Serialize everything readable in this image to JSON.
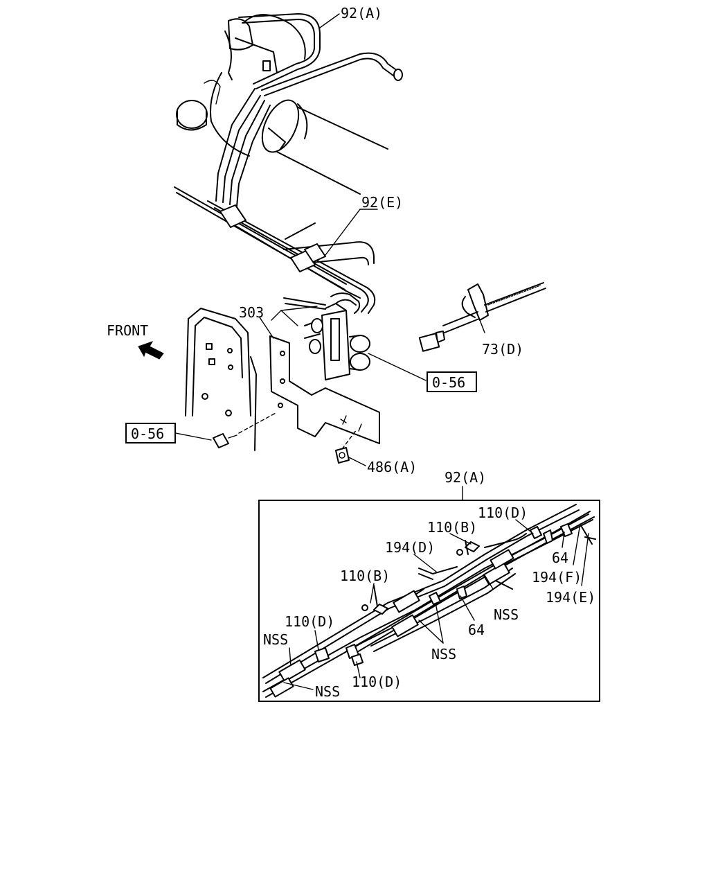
{
  "labels": {
    "tube_92a_top": "92(A)",
    "tube_92e": "92(E)",
    "bracket_303": "303",
    "front_arrow": "FRONT",
    "ref_0_56_right": "0-56",
    "ref_0_56_left": "0-56",
    "clip_73d": "73(D)",
    "nut_486a": "486(A)",
    "tube_92a_detail": "92(A)",
    "clip_110d_top": "110(D)",
    "clip_110b_upper": "110(B)",
    "tube_194d": "194(D)",
    "part_64_upper": "64",
    "tube_194f": "194(F)",
    "tube_194e": "194(E)",
    "clip_110b_lower": "110(B)",
    "nss_right": "NSS",
    "part_64_lower": "64",
    "clip_110d_left": "110(D)",
    "nss_left": "NSS",
    "nss_middle": "NSS",
    "clip_110d_bottom": "110(D)",
    "nss_bottom": "NSS"
  },
  "icons": {
    "front_arrow": "arrow-up-left-icon"
  }
}
